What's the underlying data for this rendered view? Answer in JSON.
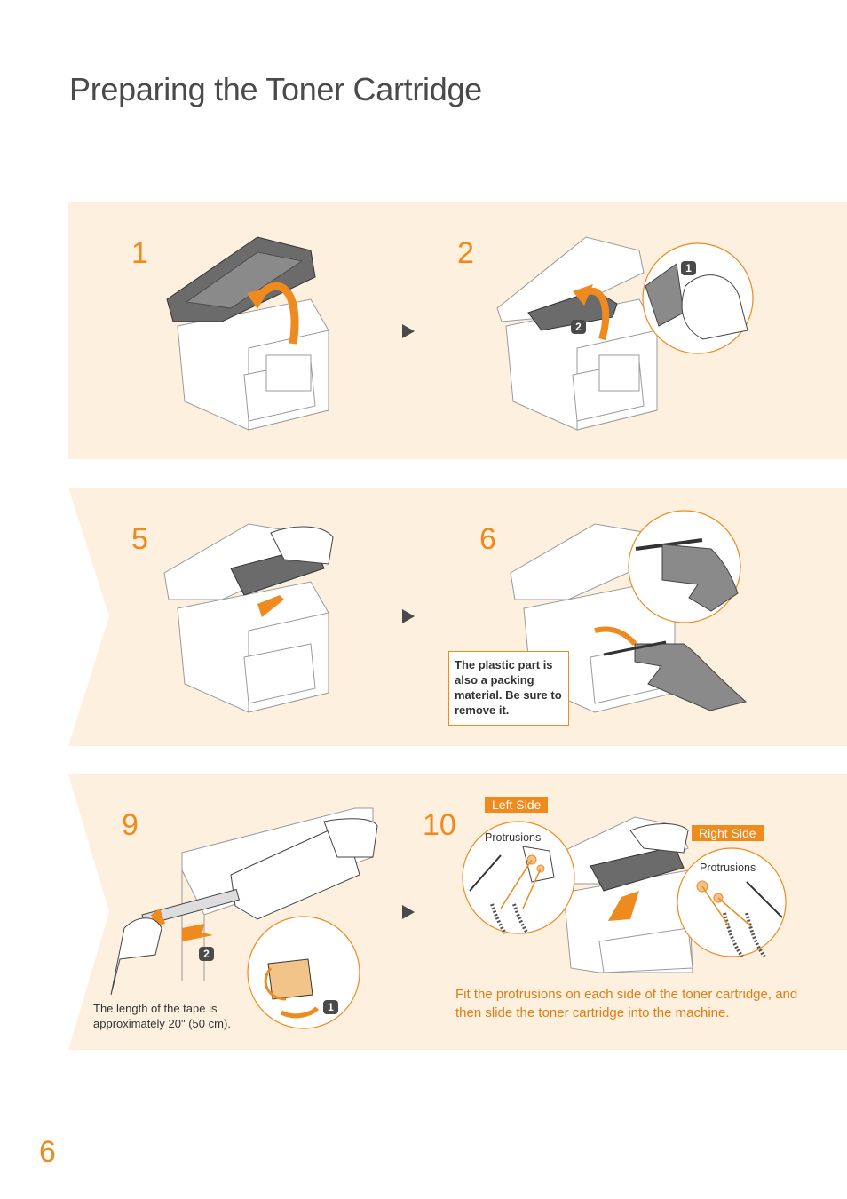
{
  "page": {
    "title": "Preparing the Toner Cartridge",
    "page_number": "6"
  },
  "steps": {
    "s1": "1",
    "s2": "2",
    "s5": "5",
    "s6": "6",
    "s9": "9",
    "s10": "10"
  },
  "badges": {
    "s2_b1": "1",
    "s2_b2": "2",
    "s9_b1": "1",
    "s9_b2": "2"
  },
  "texts": {
    "plastic_note": "The plastic part is also a packing material. Be sure to remove it.",
    "tape_note": "The length of the tape is approximately 20\" (50 cm).",
    "fit_note": "Fit the protrusions on each side of the toner cartridge, and then slide the toner cartridge into the machine.",
    "left_side": "Left Side",
    "right_side": "Right Side",
    "protrusions_left": "Protrusions",
    "protrusions_right": "Protrusions"
  },
  "colors": {
    "accent": "#ee8a1e",
    "panel": "#fdf0df",
    "dark": "#4a4a4a"
  }
}
